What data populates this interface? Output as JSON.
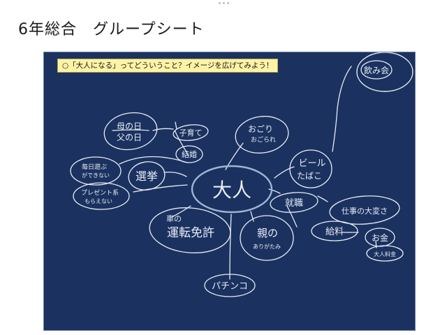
{
  "header": {
    "more_indicator": "more-dots",
    "title": "6年総合　グループシート"
  },
  "canvas": {
    "background_color": "#1b3260",
    "stroke_color": "#e8ecf4",
    "prompt": "○「大人になる」ってどういうこと？イメージを広げてみよう！",
    "center": {
      "label": "大人"
    },
    "nodes": {
      "nomikai": "飲み会",
      "haha_chichi_1": "母の日",
      "haha_chichi_2": "父の日",
      "kosodate": "子育て",
      "kekkon": "結婚",
      "ogori_1": "おごり",
      "ogori_2": "おごられ",
      "mainichi_1": "毎日遊ぶ",
      "mainichi_2": "ができない",
      "senkyo": "選挙",
      "present_1": "プレゼント系",
      "present_2": "もらえない",
      "beer_1": "ビール",
      "beer_2": "たばこ",
      "shushoku": "就職",
      "shigoto": "仕事の大変さ",
      "kyuryo": "給料",
      "okane": "お金",
      "otona_ryokin": "大人料金",
      "kuruma_1": "車の",
      "kuruma_2": "運転免許",
      "oya_1": "親の",
      "oya_2": "ありがたみ",
      "pachinko": "パチンコ"
    }
  }
}
